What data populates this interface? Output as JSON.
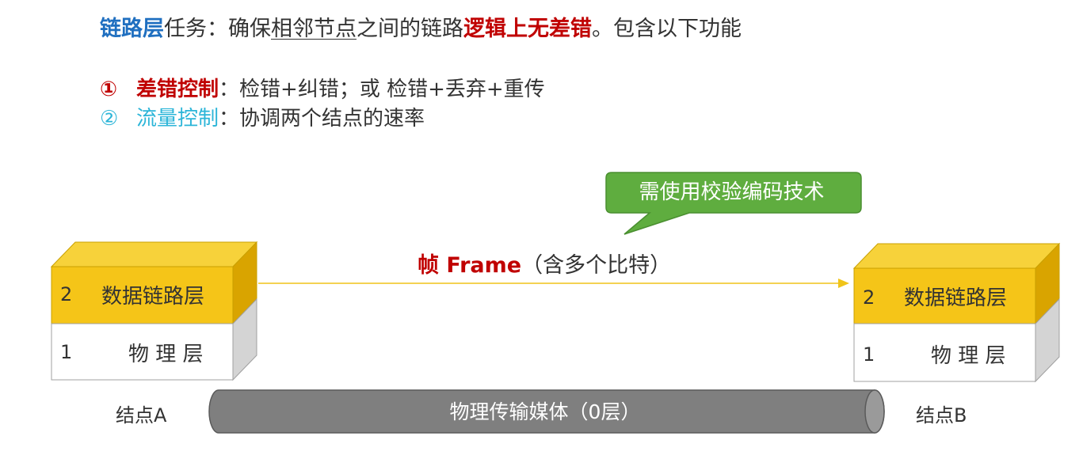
{
  "heading": {
    "term": "链路层",
    "task_prefix": "任务：确保",
    "underlined": "相邻节点",
    "middle": "之间的链路",
    "emphasis": "逻辑上无差错",
    "suffix": "。包含以下功能"
  },
  "functions": [
    {
      "marker": "①",
      "name": "差错控制",
      "colon": "：",
      "desc": "检错+纠错；或 检错+丢弃+重传"
    },
    {
      "marker": "②",
      "name": "流量控制",
      "colon": "：",
      "desc": "协调两个结点的速率"
    }
  ],
  "callout": {
    "text": "需使用校验编码技术"
  },
  "frame": {
    "label": "帧 Frame",
    "note": "（含多个比特）"
  },
  "node_a": {
    "label": "结点A",
    "layers": [
      {
        "num": "2",
        "name": "数据链路层"
      },
      {
        "num": "1",
        "name": "物 理 层"
      }
    ]
  },
  "node_b": {
    "label": "结点B",
    "layers": [
      {
        "num": "2",
        "name": "数据链路层"
      },
      {
        "num": "1",
        "name": "物 理 层"
      }
    ]
  },
  "medium": {
    "label": "物理传输媒体（0层）"
  },
  "colors": {
    "link_layer": "#f5c518",
    "link_layer_top": "#f7d23a",
    "link_layer_side": "#d9a400",
    "phys_layer": "#ffffff",
    "phys_side": "#d4d4d4",
    "callout": "#5fad3f",
    "medium": "#7f7f7f",
    "emphasis": "#c00000",
    "term": "#1f6fc0",
    "flow": "#2cb5d8"
  }
}
